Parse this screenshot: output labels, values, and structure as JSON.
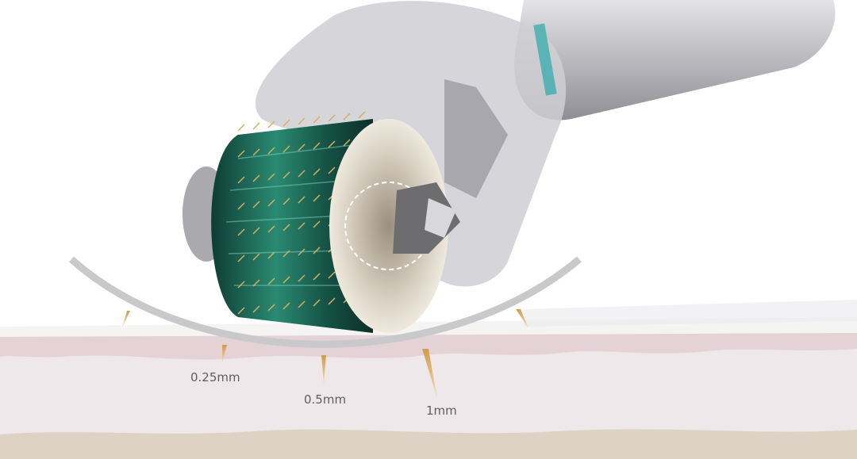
{
  "labels": {
    "depth_1": "0.25mm",
    "depth_2": "0.5mm",
    "depth_3": "1mm"
  },
  "colors": {
    "skin_top": "#f3eeee",
    "skin_pink": "#e6d3d6",
    "skin_body": "#efe8ea",
    "skin_base": "#ddd2c6",
    "roller_green": "#1f6b5a",
    "needle": "#d9a25a",
    "handle": "#c9c9cd"
  }
}
